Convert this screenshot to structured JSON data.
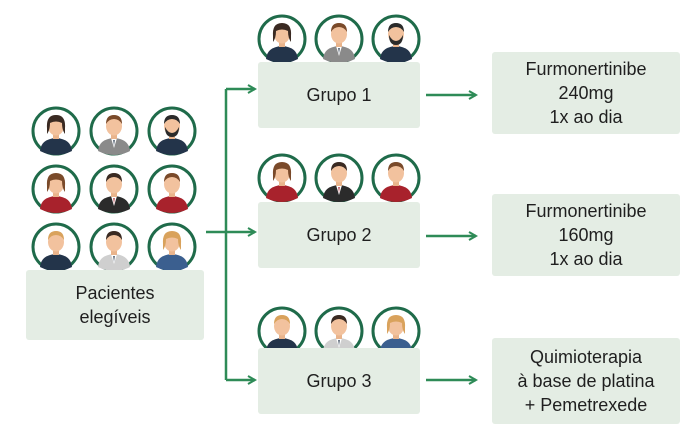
{
  "patients": {
    "label_line1": "Pacientes",
    "label_line2": "elegíveis"
  },
  "groups": [
    {
      "label": "Grupo 1",
      "treatment": [
        "Furmonertinibe",
        "240mg",
        "1x ao dia"
      ]
    },
    {
      "label": "Grupo 2",
      "treatment": [
        "Furmonertinibe",
        "160mg",
        "1x ao dia"
      ]
    },
    {
      "label": "Grupo 3",
      "treatment": [
        "Quimioterapia",
        "à base de platina",
        "+ Pemetrexede"
      ]
    }
  ],
  "colors": {
    "accent": "#2e8b57",
    "box_fill": "#e4ede4",
    "ring": "#1f6b4a"
  },
  "people": {
    "pool": [
      {
        "gender": "female",
        "hair": "dark",
        "shirt": "navy"
      },
      {
        "gender": "male",
        "hair": "brown",
        "shirt": "gray-suit"
      },
      {
        "gender": "male",
        "hair": "dark-beard",
        "shirt": "navy"
      },
      {
        "gender": "female",
        "hair": "brown",
        "shirt": "red"
      },
      {
        "gender": "male",
        "hair": "dark",
        "shirt": "tuxedo"
      },
      {
        "gender": "male",
        "hair": "brown",
        "shirt": "red"
      },
      {
        "gender": "male",
        "hair": "blond",
        "shirt": "navy"
      },
      {
        "gender": "male",
        "hair": "dark",
        "shirt": "light-suit"
      },
      {
        "gender": "female",
        "hair": "blond",
        "shirt": "blue"
      }
    ],
    "group1": [
      {
        "gender": "female",
        "hair": "dark",
        "shirt": "navy"
      },
      {
        "gender": "male",
        "hair": "brown",
        "shirt": "gray-suit"
      },
      {
        "gender": "male",
        "hair": "dark-beard",
        "shirt": "navy"
      }
    ],
    "group2": [
      {
        "gender": "female",
        "hair": "brown",
        "shirt": "red"
      },
      {
        "gender": "male",
        "hair": "dark",
        "shirt": "tuxedo"
      },
      {
        "gender": "male",
        "hair": "brown",
        "shirt": "red"
      }
    ],
    "group3": [
      {
        "gender": "male",
        "hair": "blond",
        "shirt": "navy"
      },
      {
        "gender": "male",
        "hair": "dark",
        "shirt": "light-suit"
      },
      {
        "gender": "female",
        "hair": "blond",
        "shirt": "blue"
      }
    ]
  }
}
